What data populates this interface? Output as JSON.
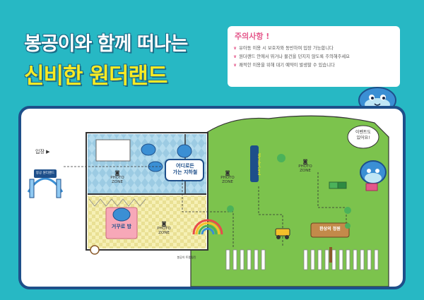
{
  "header": {
    "title_line1": "봉공이와 함께 떠나는",
    "title_line2": "신비한 원더랜드"
  },
  "notice": {
    "title": "주의사항 !",
    "items": [
      "유아동 이용 시 보호자와 동반하여 입장 가능합니다",
      "원더랜드 안에서 뛰거나 물건을 던지지 않도록 주의해주세요",
      "쾌적한 이용을 위해 대기 예약이 발생할 수 있습니다"
    ]
  },
  "map": {
    "entrance_label": "입장 ▶",
    "gate_sign": "봉공 원더랜드",
    "zone_subway": "어디로든\n가는 지하철",
    "zone_upside": "거꾸로 방",
    "photo_zone": "PHOTO\nZONE",
    "wonderland_sign": "WonderLand",
    "event_bubble": "이벤트도\n있어요!",
    "fantasy_sign": "환상의 정원",
    "small_caption": "봉공이 트램펄린"
  },
  "colors": {
    "background": "#27b8c4",
    "title_yellow": "#f7ea24",
    "border_navy": "#1e4f8a",
    "grass": "#7cc34d",
    "room_blue": "#a8d4e8",
    "room_yellow": "#f5efb2",
    "accent_pink": "#e4568a"
  }
}
